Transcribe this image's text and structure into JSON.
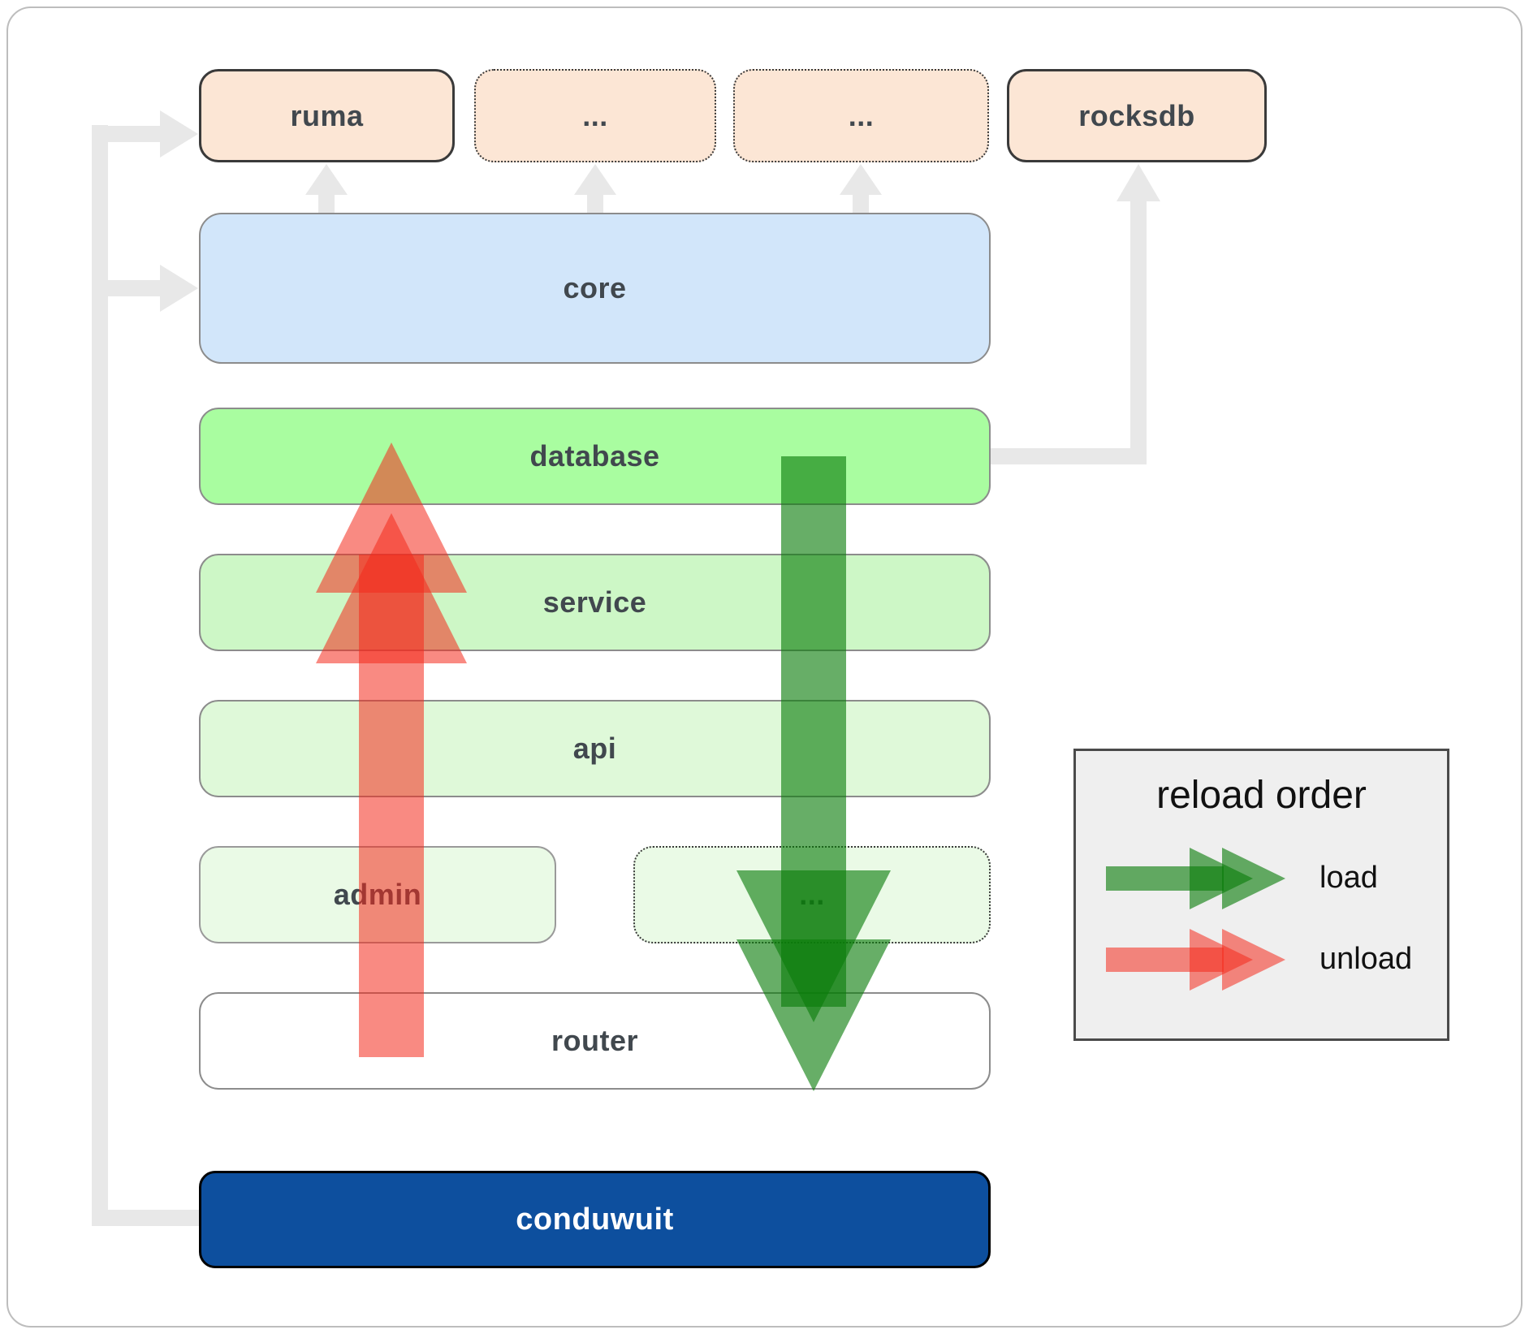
{
  "boxes": {
    "ruma": {
      "label": "ruma"
    },
    "dots1": {
      "label": "..."
    },
    "dots2": {
      "label": "..."
    },
    "rocksdb": {
      "label": "rocksdb"
    },
    "core": {
      "label": "core"
    },
    "database": {
      "label": "database"
    },
    "service": {
      "label": "service"
    },
    "api": {
      "label": "api"
    },
    "admin": {
      "label": "admin"
    },
    "dots3": {
      "label": "..."
    },
    "router": {
      "label": "router"
    },
    "conduwuit": {
      "label": "conduwuit"
    }
  },
  "legend": {
    "title": "reload order",
    "load_label": "load",
    "unload_label": "unload"
  },
  "colors": {
    "peach": "#fce6d5",
    "core_blue": "#d2e6fa",
    "database_green": "#a9fda0",
    "service_green": "#cdf7c6",
    "api_green": "#dff9d9",
    "admin_green": "#eafae6",
    "router_white": "#ffffff",
    "conduwuit_navy": "#0d4f9e",
    "load_green": "#0a7d0a",
    "unload_red": "#f42a1c",
    "connector_gray": "#e8e8e8",
    "legend_bg": "#efefef"
  }
}
